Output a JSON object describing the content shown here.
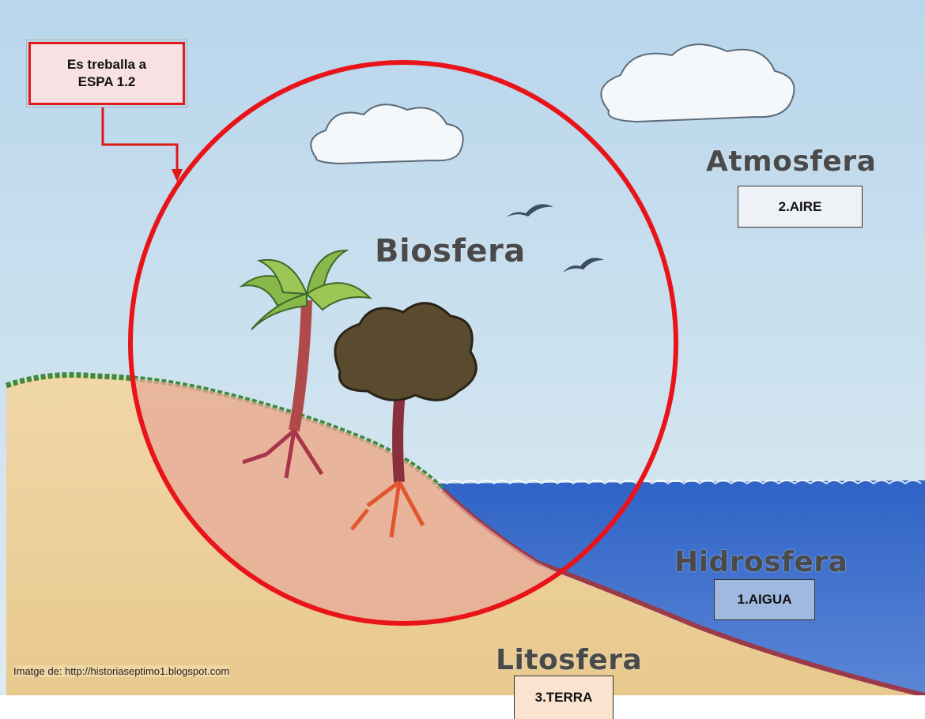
{
  "labels": {
    "atmosphere": "Atmosfera",
    "biosphere": "Biosfera",
    "hydrosphere": "Hidrosfera",
    "lithosphere": "Litosfera"
  },
  "boxes": {
    "note_line1": "Es treballa a",
    "note_line2": "ESPA 1.2",
    "aire": "2.AIRE",
    "aigua": "1.AIGUA",
    "terra": "3.TERRA"
  },
  "credit": "Imatge de: http://historiaseptimo1.blogspot.com",
  "colors": {
    "sky": "#cfe2ef",
    "sea": "#3f6fc9",
    "sand": "#eccf98",
    "highlight_circle": "#e8141a",
    "note_border": "#e01818"
  }
}
